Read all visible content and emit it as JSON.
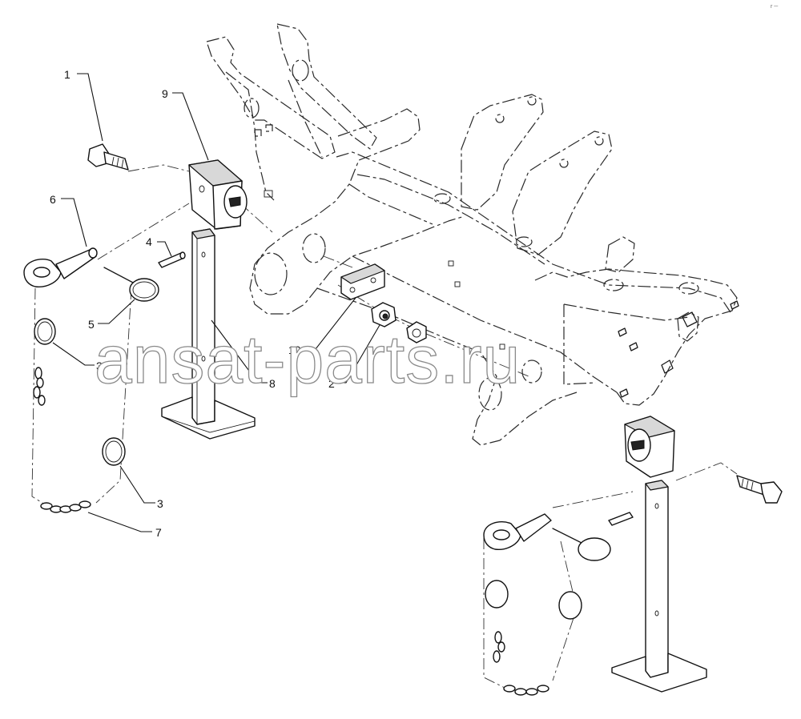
{
  "callouts": [
    {
      "id": "c1",
      "label": "1"
    },
    {
      "id": "c9",
      "label": "9"
    },
    {
      "id": "c6",
      "label": "6"
    },
    {
      "id": "c4",
      "label": "4"
    },
    {
      "id": "c5",
      "label": "5"
    },
    {
      "id": "c3a",
      "label": "3"
    },
    {
      "id": "c10",
      "label": "10"
    },
    {
      "id": "c8",
      "label": "8"
    },
    {
      "id": "c2",
      "label": "2"
    },
    {
      "id": "c3b",
      "label": "3"
    },
    {
      "id": "c7",
      "label": "7"
    }
  ],
  "watermark": "ansat-parts.ru",
  "corner_mark": "r ─"
}
